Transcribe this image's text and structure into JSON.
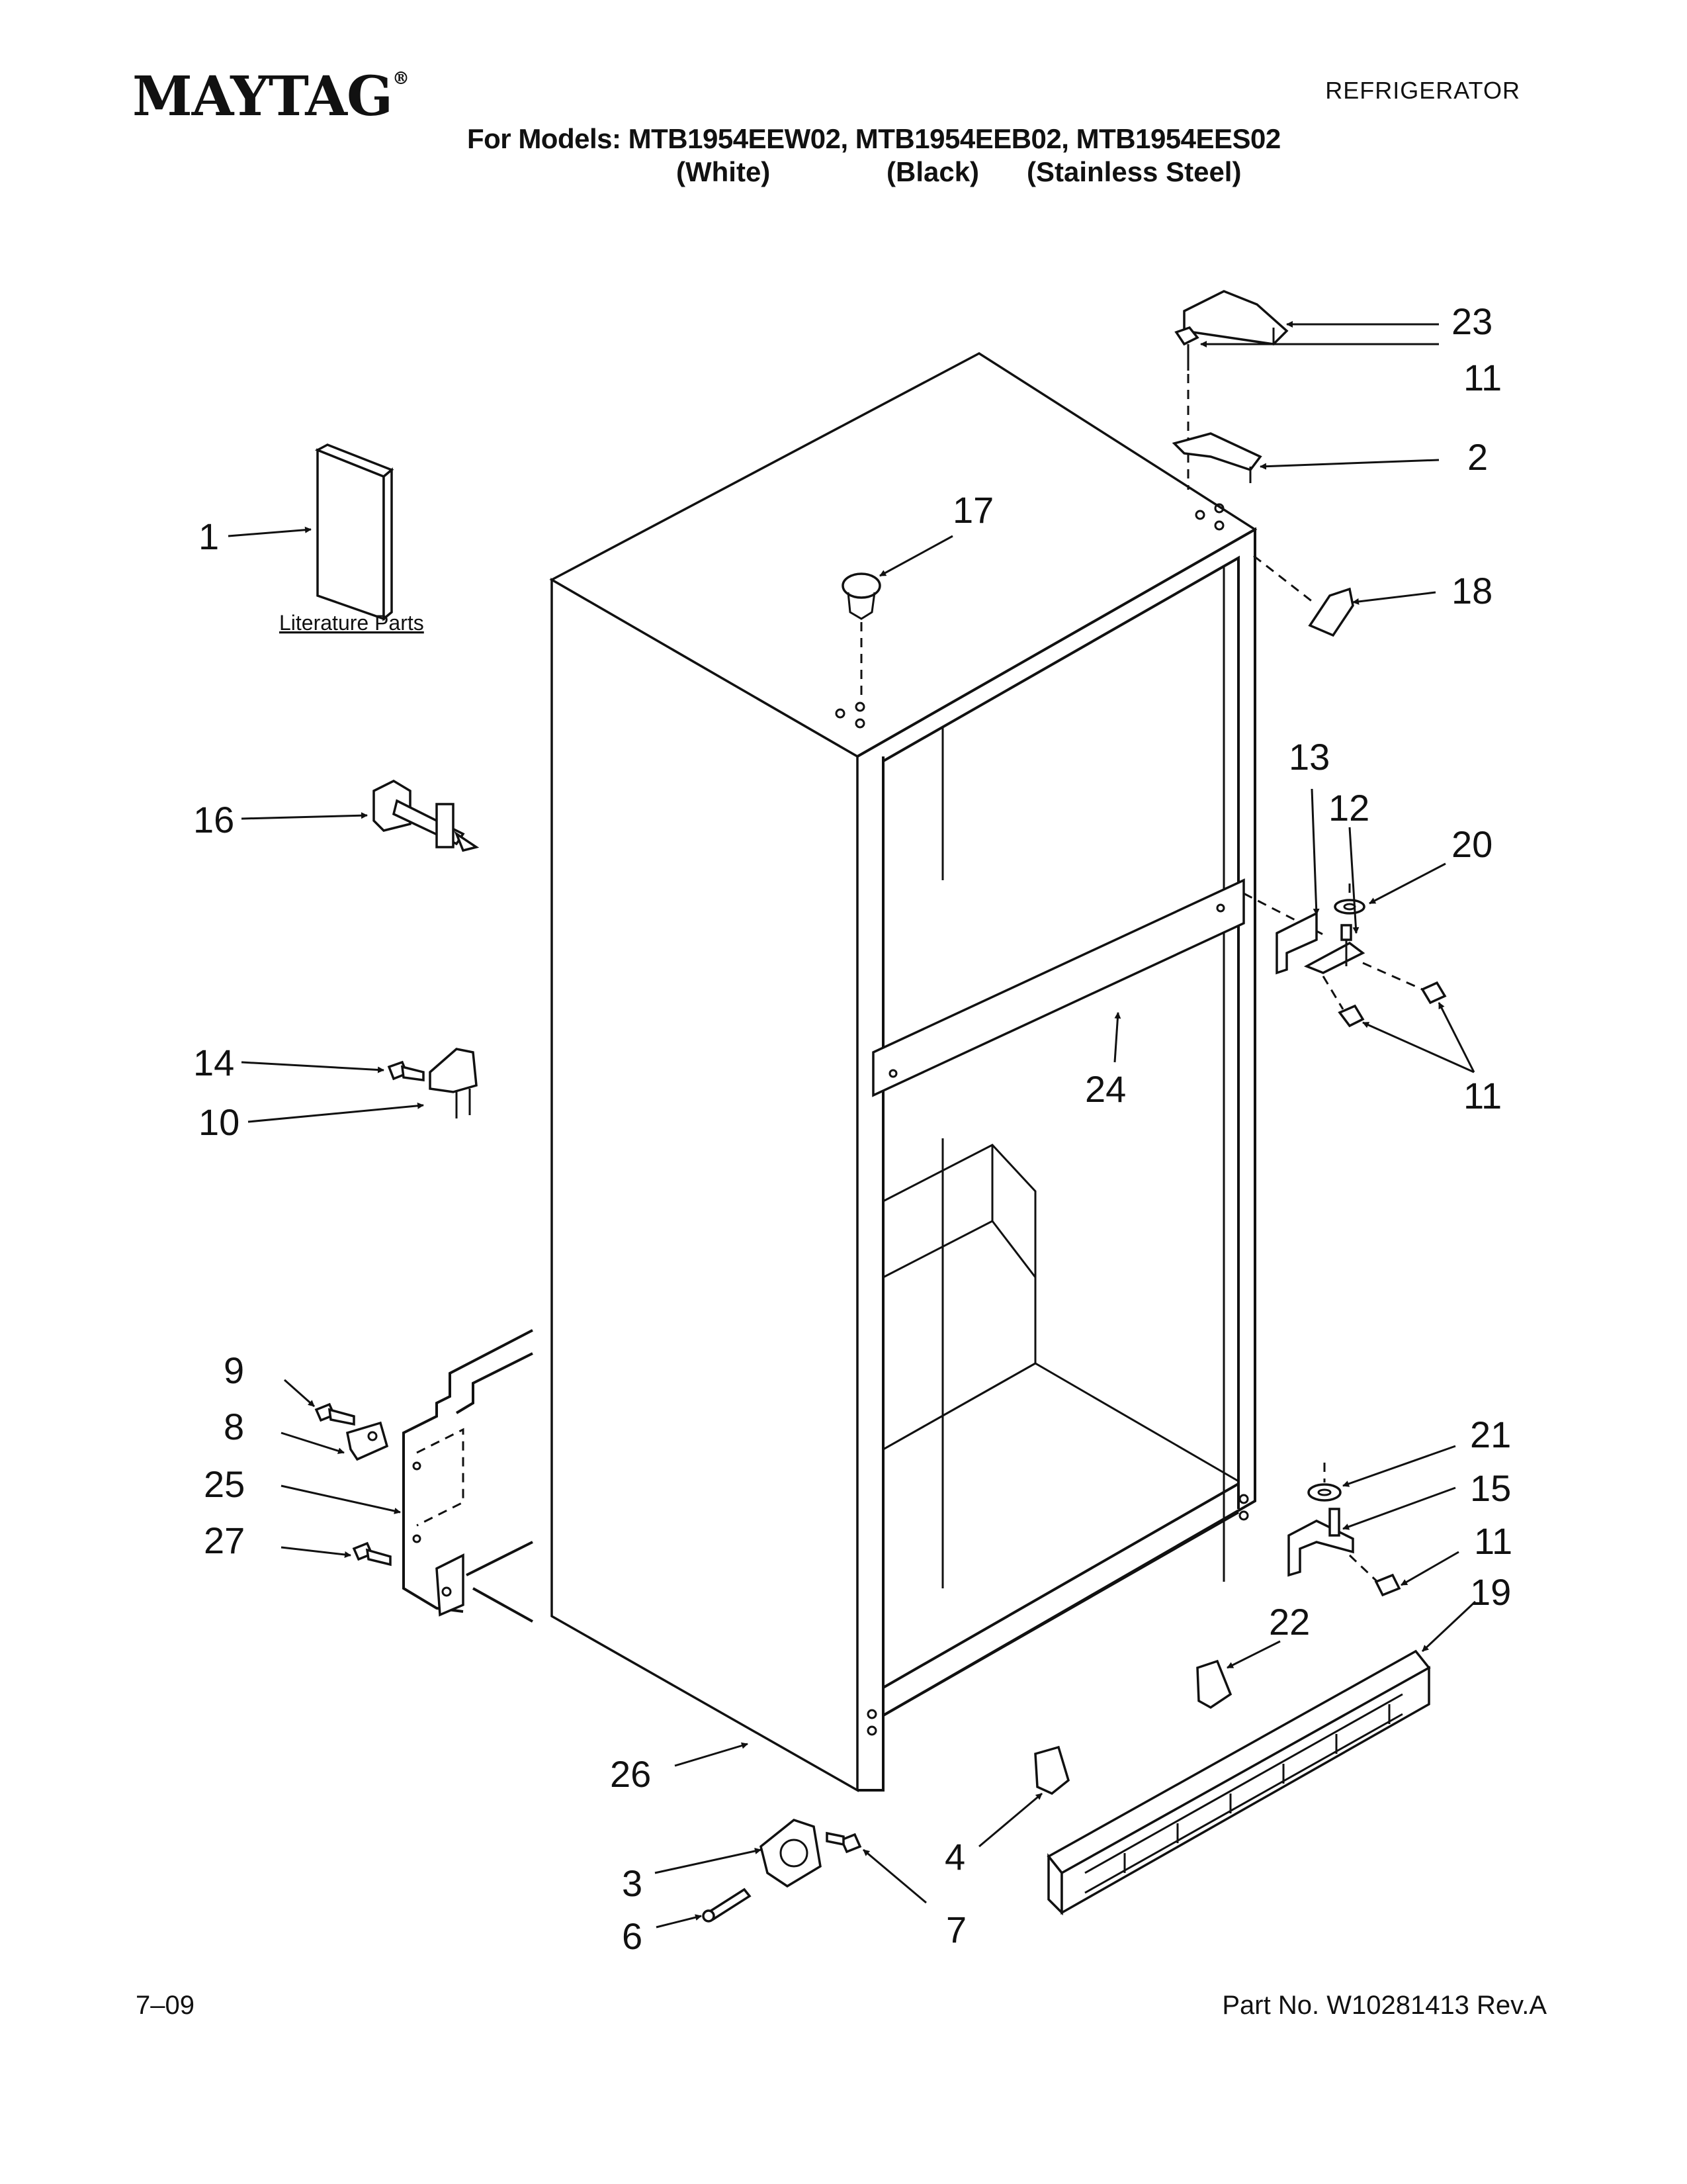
{
  "header": {
    "brand": "MAYTAG",
    "brand_mark": "®",
    "category": "REFRIGERATOR",
    "models_line": "For Models: MTB1954EEW02, MTB1954EEB02, MTB1954EES02",
    "variants": [
      "(White)",
      "(Black)",
      "(Stainless Steel)"
    ]
  },
  "diagram": {
    "literature_label": "Literature Parts",
    "callouts": {
      "c1": "1",
      "c2": "2",
      "c3": "3",
      "c4": "4",
      "c6": "6",
      "c7": "7",
      "c8": "8",
      "c9": "9",
      "c10": "10",
      "c11a": "11",
      "c11b": "11",
      "c11c": "11",
      "c12": "12",
      "c13": "13",
      "c14": "14",
      "c15": "15",
      "c16": "16",
      "c17": "17",
      "c18": "18",
      "c19": "19",
      "c20": "20",
      "c21": "21",
      "c22": "22",
      "c23": "23",
      "c24": "24",
      "c25": "25",
      "c26": "26",
      "c27": "27"
    }
  },
  "footer": {
    "date": "7–09",
    "part_number": "Part No. W10281413 Rev.A"
  }
}
